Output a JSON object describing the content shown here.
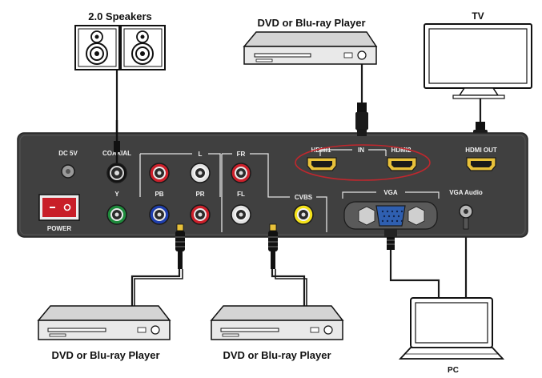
{
  "devices": {
    "speakers": "2.0 Speakers",
    "dvd_top": "DVD or Blu-ray Player",
    "tv": "TV",
    "dvd_bottom_left": "DVD or Blu-ray Player",
    "dvd_bottom_mid": "DVD or Blu-ray Player",
    "pc": "PC"
  },
  "panel": {
    "dc5v": "DC 5V",
    "power": "POWER",
    "coaxial": "COAXIAL",
    "l": "L",
    "y": "Y",
    "pb": "PB",
    "pr": "PR",
    "fr": "FR",
    "fl": "FL",
    "cvbs": "CVBS",
    "hdmi1": "HDMI1",
    "in": "IN",
    "hdmi2": "HDMI2",
    "hdmi_out": "HDMI OUT",
    "vga": "VGA",
    "vga_audio": "VGA Audio"
  },
  "colors": {
    "panel": "#404040",
    "green": "#1e8a3c",
    "blue": "#1f3fae",
    "red": "#cc1f2a",
    "white": "#e2e2e2",
    "yellow": "#f4e21a",
    "hdmi_gold": "#e8c13a",
    "highlight_ellipse": "#c0272d",
    "vga_blue": "#2f5fb0"
  }
}
